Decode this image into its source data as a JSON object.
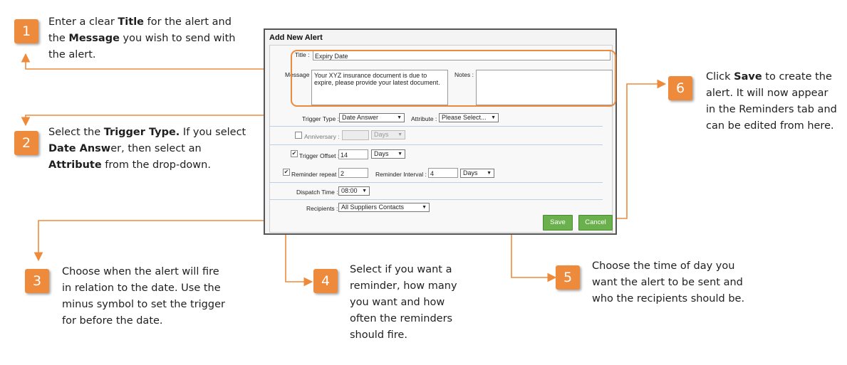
{
  "dialog": {
    "title": "Add New Alert",
    "title_label": "Title :",
    "title_value": "Expiry Date",
    "message_label": "Message :",
    "message_value": "Your XYZ insurance document is due to expire, please provide your latest document.",
    "notes_label": "Notes :",
    "notes_value": "",
    "trigger_type_label": "Trigger Type :",
    "trigger_type_value": "Date Answer",
    "attribute_label": "Attribute :",
    "attribute_value": "Please Select...",
    "anniversary_label": "Anniversary :",
    "anniversary_checked": false,
    "anniversary_value": "",
    "anniversary_unit": "Days",
    "trigger_offset_label": "Trigger Offset :",
    "trigger_offset_checked": true,
    "trigger_offset_value": "14",
    "trigger_offset_unit": "Days",
    "reminder_repeat_label": "Reminder repeat :",
    "reminder_repeat_checked": true,
    "reminder_repeat_value": "2",
    "reminder_interval_label": "Reminder Interval :",
    "reminder_interval_value": "4",
    "reminder_interval_unit": "Days",
    "dispatch_time_label": "Dispatch Time :",
    "dispatch_time_value": "08:00",
    "recipients_label": "Recipients :",
    "recipients_value": "All Suppliers Contacts",
    "save_label": "Save",
    "cancel_label": "Cancel"
  },
  "callouts": [
    {
      "num": "1",
      "lines": [
        [
          {
            "t": "Enter a clear "
          },
          {
            "t": "Title",
            "b": true
          },
          {
            "t": " for the alert and"
          }
        ],
        [
          {
            "t": "the "
          },
          {
            "t": "Message",
            "b": true
          },
          {
            "t": " you wish to send with"
          }
        ],
        [
          {
            "t": "the alert."
          }
        ]
      ]
    },
    {
      "num": "2",
      "lines": [
        [
          {
            "t": "Select the "
          },
          {
            "t": "Trigger Type.",
            "b": true
          },
          {
            "t": " If you select"
          }
        ],
        [
          {
            "t": "Date Answ",
            "b": true
          },
          {
            "t": "er, then select an"
          }
        ],
        [
          {
            "t": "Attribute",
            "b": true
          },
          {
            "t": " from the drop-down."
          }
        ]
      ]
    },
    {
      "num": "3",
      "lines": [
        [
          {
            "t": "Choose when the alert will fire"
          }
        ],
        [
          {
            "t": "in relation to the date. Use the"
          }
        ],
        [
          {
            "t": "minus symbol to set the trigger"
          }
        ],
        [
          {
            "t": "for before the date."
          }
        ]
      ]
    },
    {
      "num": "4",
      "lines": [
        [
          {
            "t": "Select if you want a"
          }
        ],
        [
          {
            "t": "reminder, how many"
          }
        ],
        [
          {
            "t": "you want and how"
          }
        ],
        [
          {
            "t": "often the reminders"
          }
        ],
        [
          {
            "t": "should fire."
          }
        ]
      ]
    },
    {
      "num": "5",
      "lines": [
        [
          {
            "t": "Choose the time of day you"
          }
        ],
        [
          {
            "t": "want the alert to be sent and"
          }
        ],
        [
          {
            "t": "who the recipients should be."
          }
        ]
      ]
    },
    {
      "num": "6",
      "lines": [
        [
          {
            "t": "Click "
          },
          {
            "t": "Save",
            "b": true
          },
          {
            "t": " to create the"
          }
        ],
        [
          {
            "t": "alert. It will now appear"
          }
        ],
        [
          {
            "t": "in the Reminders tab and"
          }
        ],
        [
          {
            "t": "can be edited from here."
          }
        ]
      ]
    }
  ],
  "colors": {
    "accent": "#ee8a3c",
    "button_green": "#6ab04c"
  },
  "icons": {
    "dropdown": "triangle-down-icon",
    "checkbox": "checkbox-icon"
  }
}
